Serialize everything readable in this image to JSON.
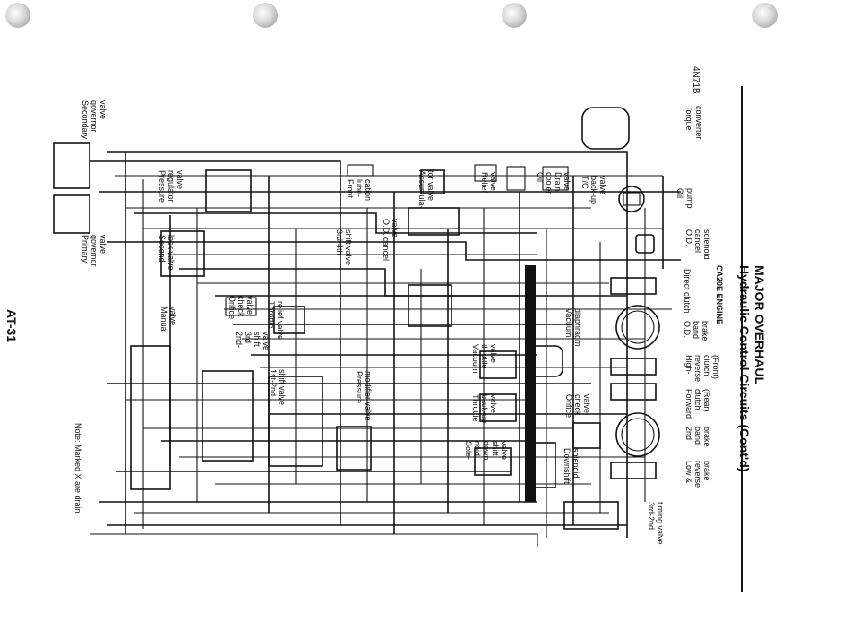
{
  "header": {
    "section": "MAJOR OVERHAUL",
    "title": "Hydraulic Control Circuits (Cont'd)",
    "engine": "CA20E ENGINE"
  },
  "figure_code": "4N71B",
  "page_number": "AT-31",
  "note": "Note: Marked X are drain",
  "labels": {
    "torque_converter": [
      "Torque",
      "converter"
    ],
    "oil_pump": [
      "Oil",
      "pump"
    ],
    "tc_backup_valve": [
      "T/C",
      "back-up",
      "valve"
    ],
    "oil_cooler_drain_valve": [
      "Oil",
      "cooler",
      "Drain",
      "valve"
    ],
    "relief_valve": [
      "Relief",
      "valve"
    ],
    "accumulator_valve": [
      "Accumula-",
      "tor valve"
    ],
    "front_lubrication": [
      "Front",
      "lubri-",
      "cation"
    ],
    "pressure_regulator_valve": [
      "Pressure",
      "regulator",
      "valve"
    ],
    "secondary_governor_valve": [
      "Secondary",
      "governor",
      "valve"
    ],
    "primary_governor_valve": [
      "Primary",
      "governor",
      "valve"
    ],
    "second_lock_valve": [
      "Second",
      "lock valve"
    ],
    "od_cancel_solenoid": [
      "O.D.",
      "cancel",
      "solenoid"
    ],
    "od_cancel_valve": [
      "O.D. cancel",
      "valve"
    ],
    "shift_valve_34": [
      "3rd-4th",
      "shift valve"
    ],
    "orifice_check_valve_left": [
      "Orifice",
      "check",
      "valve"
    ],
    "throttle_relief_valve": [
      "Throttle",
      "relief valve"
    ],
    "shift_valve_23": [
      "2nd-",
      "3rd",
      "shift",
      "valve"
    ],
    "manual_valve": [
      "Manual",
      "valve"
    ],
    "shift_valve_12": [
      "1st-2nd",
      "shift valve"
    ],
    "pressure_modifier_valve": [
      "Pressure",
      "modifier valve"
    ],
    "direct_clutch": "Direct clutch",
    "od_band_brake": [
      "O.D.",
      "band",
      "brake"
    ],
    "vacuum_diaphragm": [
      "Vacuum",
      "diaphragm"
    ],
    "vacuum_throttle_valve": [
      "Vacuum",
      "throttle",
      "valve"
    ],
    "high_reverse_clutch": [
      "High-",
      "reverse",
      "clutch",
      "(Front)"
    ],
    "forward_clutch": [
      "Forward",
      "clutch",
      "(Rear)"
    ],
    "throttle_backup_valve": [
      "Throttle",
      "back-up",
      "valve"
    ],
    "orifice_check_valve_right": [
      "Orifice",
      "check",
      "valve"
    ],
    "band_brake_2nd": [
      "2nd",
      "band",
      "brake"
    ],
    "solenoid_downshift_valve": [
      "Sole-",
      "noid",
      "down-",
      "shift",
      "valve"
    ],
    "downshift_solenoid": [
      "Downshift",
      "solenoid"
    ],
    "low_reverse_brake": [
      "Low &",
      "reverse",
      "brake"
    ],
    "timing_valve_32": [
      "3rd-2nd",
      "timing valve"
    ]
  }
}
